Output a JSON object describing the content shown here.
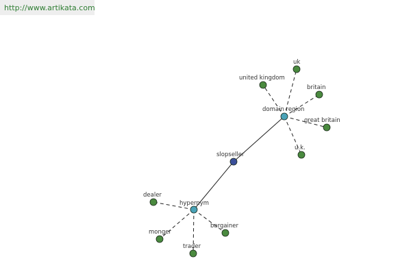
{
  "banner": {
    "url": "http://www.artikata.com"
  },
  "colors": {
    "center": "#3a4f9a",
    "hub": "#4aa3b8",
    "leaf": "#4a8a3f"
  },
  "graph": {
    "center": {
      "label": "slopseller"
    },
    "hubs": {
      "domain_region": {
        "label": "domain region"
      },
      "hypernym": {
        "label": "hypernym"
      }
    },
    "leaves": {
      "uk": {
        "label": "uk"
      },
      "united_kingdom": {
        "label": "united kingdom"
      },
      "britain": {
        "label": "britain"
      },
      "great_britain": {
        "label": "great britain"
      },
      "u_k": {
        "label": "u.k."
      },
      "dealer": {
        "label": "dealer"
      },
      "monger": {
        "label": "monger"
      },
      "bargainer": {
        "label": "bargainer"
      },
      "trader": {
        "label": "trader"
      }
    }
  }
}
